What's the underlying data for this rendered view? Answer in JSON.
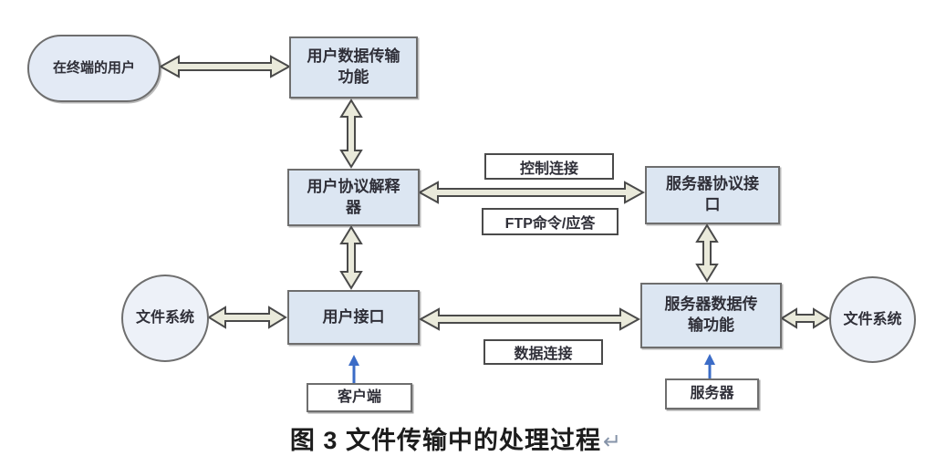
{
  "diagram": {
    "nodes": {
      "terminal_user": "在终端的用户",
      "user_dtp": "用户数据传输\n功能",
      "user_pi": "用户协议解释\n器",
      "server_pi": "服务器协议接\n口",
      "file_system_left": "文件系统",
      "user_interface": "用户接口",
      "server_dtp": "服务器数据传\n输功能",
      "file_system_right": "文件系统",
      "client": "客户端",
      "server": "服务器"
    },
    "edge_labels": {
      "control_connection": "控制连接",
      "ftp_commands": "FTP命令/应答",
      "data_connection": "数据连接"
    },
    "caption": {
      "text": "图 3 文件传输中的处理过程",
      "return_mark": "↵"
    },
    "colors": {
      "node_fill": "#dce6f2",
      "node_border": "#6e6e6e",
      "arrow_fill": "#eaeadb",
      "arrow_stroke": "#4a4a4a",
      "blue_arrow": "#3b6cc7",
      "label_fill": "#ffffff",
      "label_border": "#4a4a4a",
      "text_color": "#2f2f38"
    }
  }
}
